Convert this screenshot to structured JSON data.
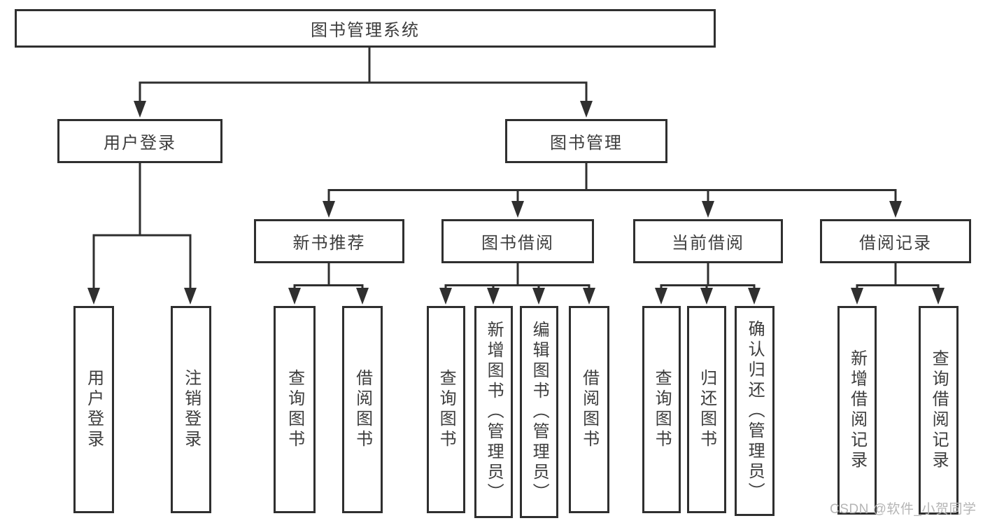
{
  "diagram": {
    "root": {
      "label": "图书管理系统"
    },
    "level2": [
      {
        "label": "用户登录"
      },
      {
        "label": "图书管理"
      }
    ],
    "level3": [
      {
        "label": "新书推荐"
      },
      {
        "label": "图书借阅"
      },
      {
        "label": "当前借阅"
      },
      {
        "label": "借阅记录"
      }
    ],
    "leaves": [
      {
        "label": "用户登录"
      },
      {
        "label": "注销登录"
      },
      {
        "label": "查询图书"
      },
      {
        "label": "借阅图书"
      },
      {
        "label": "查询图书"
      },
      {
        "label": "新增图书（管理员）"
      },
      {
        "label": "编辑图书（管理员）"
      },
      {
        "label": "借阅图书"
      },
      {
        "label": "查询图书"
      },
      {
        "label": "归还图书"
      },
      {
        "label": "确认归还（管理员）"
      },
      {
        "label": "新增借阅记录"
      },
      {
        "label": "查询借阅记录"
      }
    ]
  },
  "watermark": {
    "text": "CSDN @软件_小贺同学"
  },
  "colors": {
    "line": "#2f2f2f",
    "text": "#3d3d3d",
    "watermark": "#b5b5b5",
    "background": "#ffffff"
  }
}
